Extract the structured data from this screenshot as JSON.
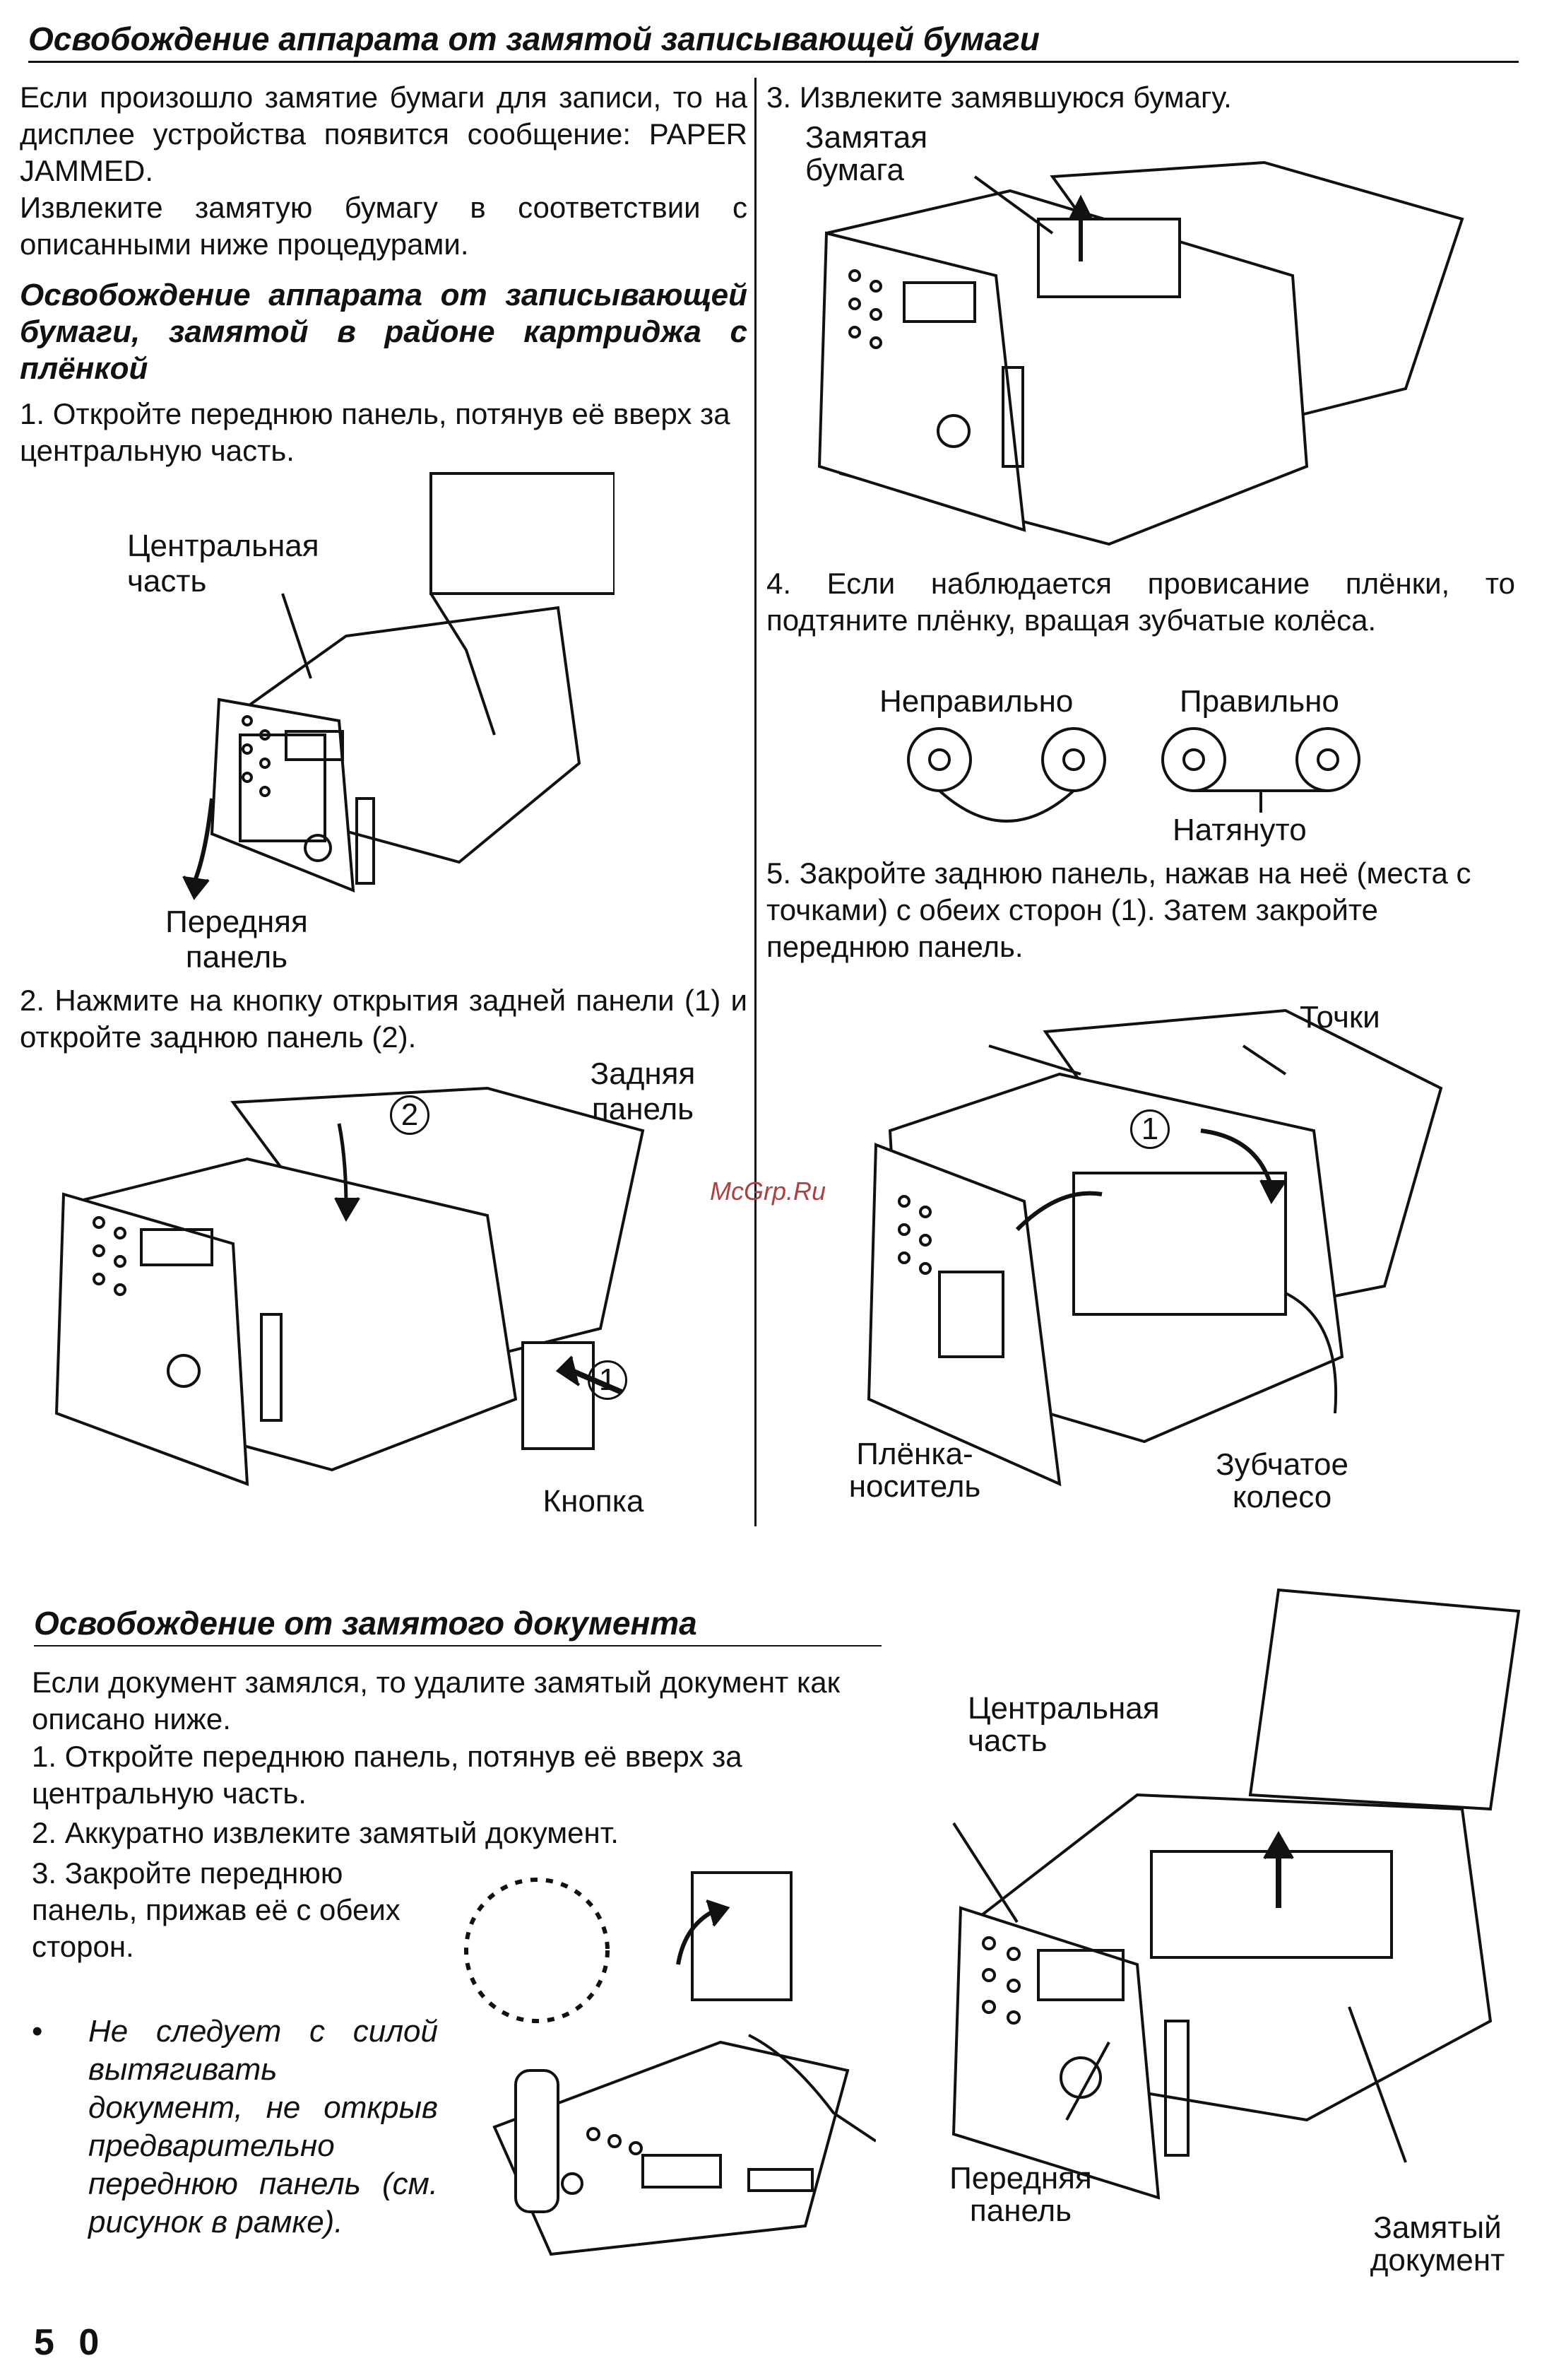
{
  "page": {
    "number": "5 0",
    "watermark": "McGrp.Ru"
  },
  "section1": {
    "title": "Освобождение аппарата от замятой записывающей бумаги",
    "intro1": "Если произошло замятие бумаги для записи, то на дисплее устройства появится сообщение: PAPER JAMMED.",
    "intro2": "Извлеките замятую бумагу в соответствии с описанными ниже процедурами.",
    "subtitle": "Освобождение аппарата от записывающей бумаги, замятой в районе картриджа с плёнкой",
    "step1": "1. Откройте переднюю панель, потянув её вверх за центральную часть.",
    "step1_labels": {
      "center": "Центральная часть",
      "front": "Передняя панель"
    },
    "step2": "2. Нажмите на кнопку открытия задней панели (1) и откройте заднюю панель (2).",
    "step2_labels": {
      "rear": "Задняя панель",
      "button": "Кнопка",
      "num1": "1",
      "num2": "2"
    },
    "step3": "3. Извлеките замявшуюся бумагу.",
    "step3_labels": {
      "jammed": "Замятая бумага"
    },
    "step4": "4. Если наблюдается провисание плёнки, то подтяните плёнку, вращая зубчатые колёса.",
    "step4_labels": {
      "wrong": "Неправильно",
      "right": "Правильно",
      "taut": "Натянуто"
    },
    "step5": "5. Закройте заднюю панель, нажав на неё (места с точками) с обеих сторон (1). Затем закройте переднюю панель.",
    "step5_labels": {
      "dots": "Точки",
      "film": "Плёнка-носитель",
      "gear": "Зубчатое колесо",
      "num1": "1"
    }
  },
  "section2": {
    "title": "Освобождение от замятого документа",
    "intro": "Если документ замялся, то удалите замятый документ как описано ниже.",
    "step1": "1. Откройте переднюю панель, потянув её вверх за центральную часть.",
    "step2": "2. Аккуратно извлеките замятый документ.",
    "step3": "3. Закройте переднюю панель, прижав её с обеих сторон.",
    "note": "Не следует с силой вытягивать документ, не открыв предварительно переднюю панель (см. рисунок в рамке).",
    "labels": {
      "center": "Центральная часть",
      "front": "Передняя панель",
      "doc": "Замятый документ"
    }
  }
}
